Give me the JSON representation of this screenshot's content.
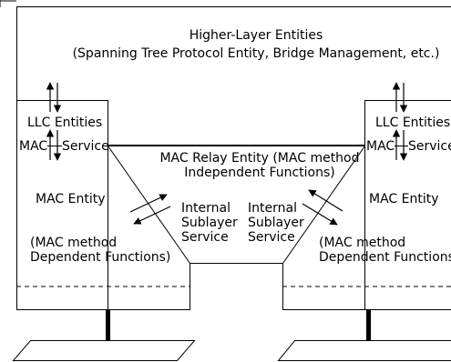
{
  "higher_layer": {
    "title": "Higher-Layer Entities",
    "subtitle": "(Spanning Tree Protocol Entity, Bridge Management, etc.)"
  },
  "left_port": {
    "llc": "LLC Entities",
    "mac_service_prefix": "MAC",
    "mac_service_suffix": "Service",
    "mac_entity": "MAC Entity",
    "dependent_line1": "(MAC method",
    "dependent_line2": "Dependent Functions)"
  },
  "right_port": {
    "llc": "LLC Entities",
    "mac_service_prefix": "MAC",
    "mac_service_suffix": "Service",
    "mac_entity": "MAC Entity",
    "dependent_line1": "(MAC method",
    "dependent_line2": "Dependent Functions)"
  },
  "relay": {
    "line1": "MAC Relay Entity (MAC method",
    "line2": "Independent Functions)"
  },
  "internal_left": {
    "line1": "Internal",
    "line2": "Sublayer",
    "line3": "Service"
  },
  "internal_right": {
    "line1": "Internal",
    "line2": "Sublayer",
    "line3": "Service"
  }
}
